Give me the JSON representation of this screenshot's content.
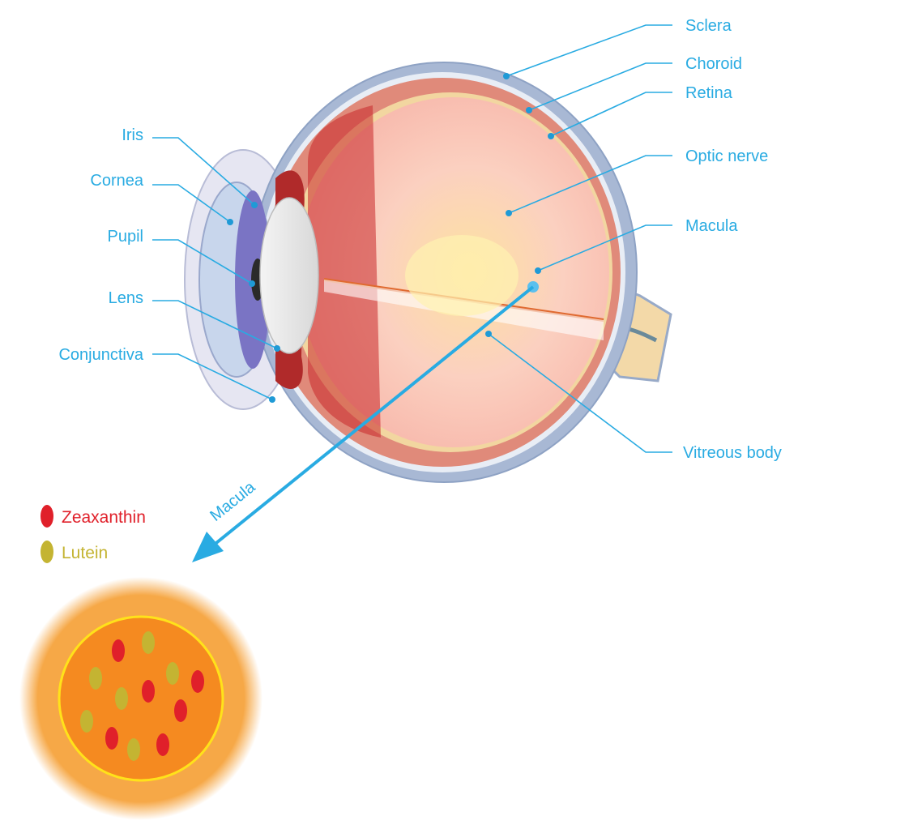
{
  "colors": {
    "label": "#29abe2",
    "zeaxanthin": "#e0202a",
    "lutein": "#c4b432",
    "macula_inner": "#f58a20",
    "macula_outer": "#f6a847",
    "macula_ring": "#ffe21a"
  },
  "right_labels": [
    {
      "name": "sclera",
      "text": "Sclera"
    },
    {
      "name": "choroid",
      "text": "Choroid"
    },
    {
      "name": "retina",
      "text": "Retina"
    },
    {
      "name": "optic-nerve",
      "text": "Optic nerve"
    },
    {
      "name": "macula",
      "text": "Macula"
    },
    {
      "name": "vitreous-body",
      "text": "Vitreous body"
    }
  ],
  "left_labels": [
    {
      "name": "iris",
      "text": "Iris"
    },
    {
      "name": "cornea",
      "text": "Cornea"
    },
    {
      "name": "pupil",
      "text": "Pupil"
    },
    {
      "name": "lens",
      "text": "Lens"
    },
    {
      "name": "conjunctiva",
      "text": "Conjunctiva"
    }
  ],
  "arrow_label": "Macula",
  "legend": [
    {
      "name": "zeaxanthin",
      "text": "Zeaxanthin"
    },
    {
      "name": "lutein",
      "text": "Lutein"
    }
  ]
}
